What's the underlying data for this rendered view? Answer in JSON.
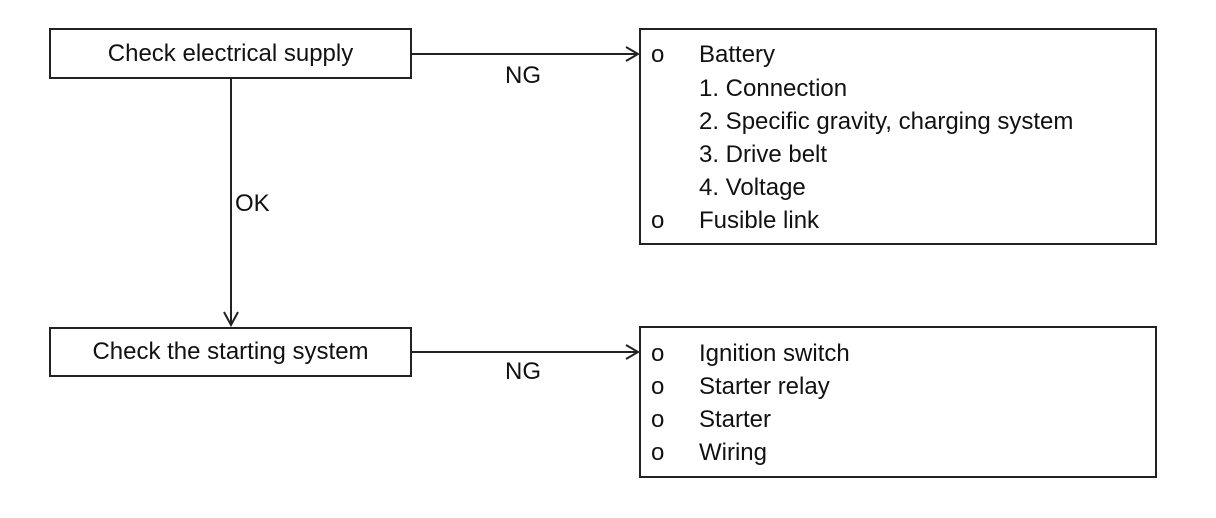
{
  "steps": {
    "supply": "Check electrical supply",
    "starting": "Check the starting system"
  },
  "edges": {
    "supply_ng": "NG",
    "supply_ok": "OK",
    "starting_ng": "NG"
  },
  "causes_supply": {
    "bullet": "o",
    "battery": "Battery",
    "battery_checks": [
      "1. Connection",
      "2. Specific gravity, charging system",
      "3. Drive belt",
      "4. Voltage"
    ],
    "fusible_link": "Fusible link"
  },
  "causes_starting": {
    "bullet": "o",
    "items": [
      "Ignition switch",
      "Starter relay",
      "Starter",
      "Wiring"
    ]
  }
}
